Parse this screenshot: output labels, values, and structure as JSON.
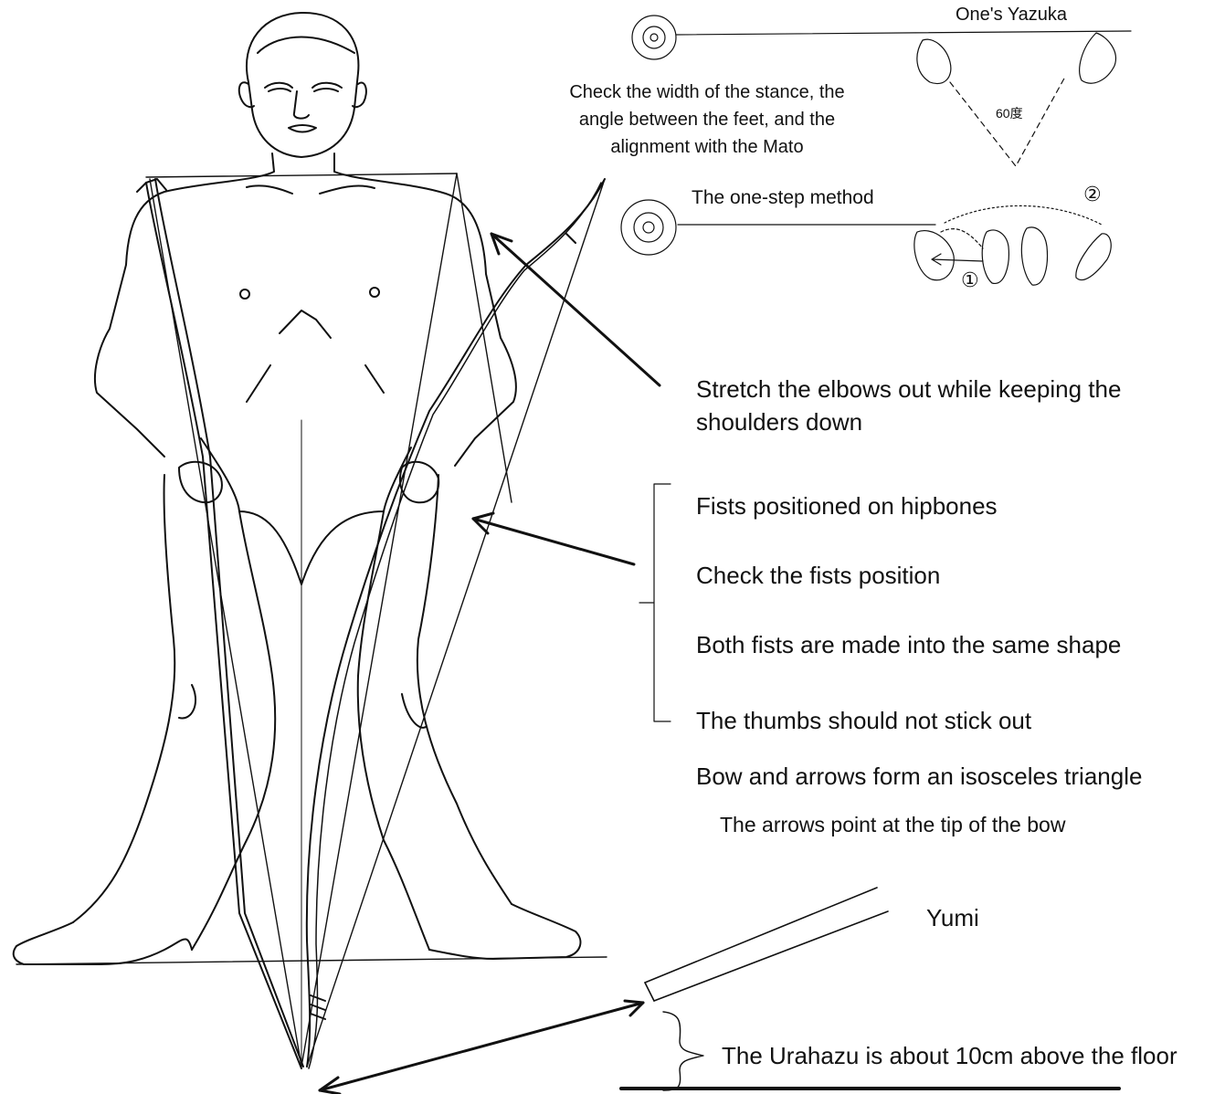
{
  "labels": {
    "yazuka": "One's Yazuka",
    "stance_check_1": "Check the width of the stance, the",
    "stance_check_2": "angle between the feet, and the",
    "stance_check_3": "alignment with the Mato",
    "angle": "60度",
    "one_step": "The one-step method",
    "step_1": "①",
    "step_2": "②",
    "elbows_1": "Stretch the elbows out while keeping the",
    "elbows_2": "shoulders down",
    "fists_hip": "Fists positioned on hipbones",
    "fists_check": "Check the fists position",
    "fists_shape": "Both fists are made into the same shape",
    "thumbs": "The thumbs should not stick out",
    "triangle": "Bow and arrows form an isosceles triangle",
    "arrows_point": "The arrows point at the tip of the bow",
    "yumi": "Yumi",
    "urahazu": "The Urahazu is about 10cm above the floor"
  }
}
